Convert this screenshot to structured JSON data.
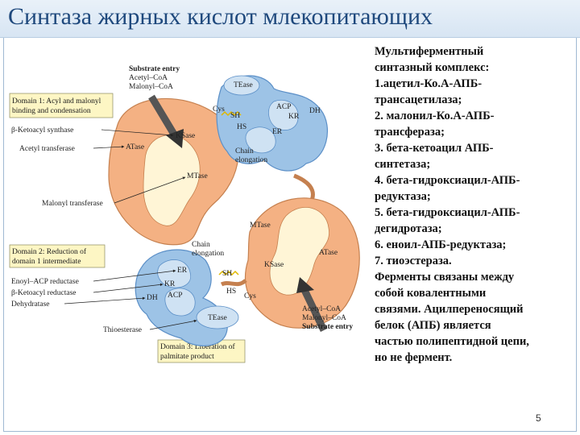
{
  "title": "Синтаза жирных кислот млекопитающих",
  "diagram": {
    "substrate_top": [
      "Substrate entry",
      "Acetyl–CoA",
      "Malonyl–CoA"
    ],
    "substrate_bottom": [
      "Acetyl–CoA",
      "Malonyl–CoA",
      "Substrate entry"
    ],
    "domain1": [
      "Domain 1: Acyl and malonyl",
      "binding and condensation"
    ],
    "domain2": [
      "Domain 2: Reduction of",
      "domain 1 intermediate"
    ],
    "domain3": [
      "Domain 3: Liberation of",
      "palmitate product"
    ],
    "left_labels": {
      "ketoacyl_synthase": "β-Ketoacyl synthase",
      "acetyl_transferase": "Acetyl transferase",
      "malonyl_transferase": "Malonyl transferase",
      "enoyl_reductase": "Enoyl–ACP reductase",
      "ketoacyl_reductase": "β-Ketoacyl reductase",
      "dehydratase": "Dehydratase",
      "thioesterase": "Thioesterase"
    },
    "chain_elongation": [
      "Chain",
      "elongation"
    ],
    "enzymes": {
      "tease": "TEase",
      "acp": "ACP",
      "kr": "KR",
      "dh": "DH",
      "er": "ER",
      "ksase": "KSase",
      "atase": "ATase",
      "mtase": "MTase",
      "sh": "SH",
      "hs": "HS",
      "cys": "Cys"
    }
  },
  "description": [
    "Мультиферментный",
    "синтазный комплекс:",
    "1.ацетил-Ко.А-АПБ-",
    "трансацетилаза;",
    "2. малонил-Ко.А-АПБ-",
    "трансфераза;",
    "3. бета-кетоацил АПБ-",
    "синтетаза;",
    "4. бета-гидроксиацил-АПБ-",
    "редуктаза;",
    "5. бета-гидроксиацил-АПБ-",
    "дегидротаза;",
    "6. еноил-АПБ-редуктаза;",
    "7. тиоэстераза.",
    "Ферменты связаны между",
    "собой ковалентными",
    "связями. Ацилпереносящий",
    "белок (АПБ) является",
    "частью полипептидной цепи,",
    "но не фермент."
  ],
  "page_number": "5",
  "colors": {
    "title": "#1f497d",
    "orange": "#f4b183",
    "orange_stroke": "#c5804f",
    "blue": "#9dc3e6",
    "blue_stroke": "#5b8fc7",
    "cream": "#fff5d6",
    "box": "#fdf6c4",
    "arrow": "#555555"
  }
}
